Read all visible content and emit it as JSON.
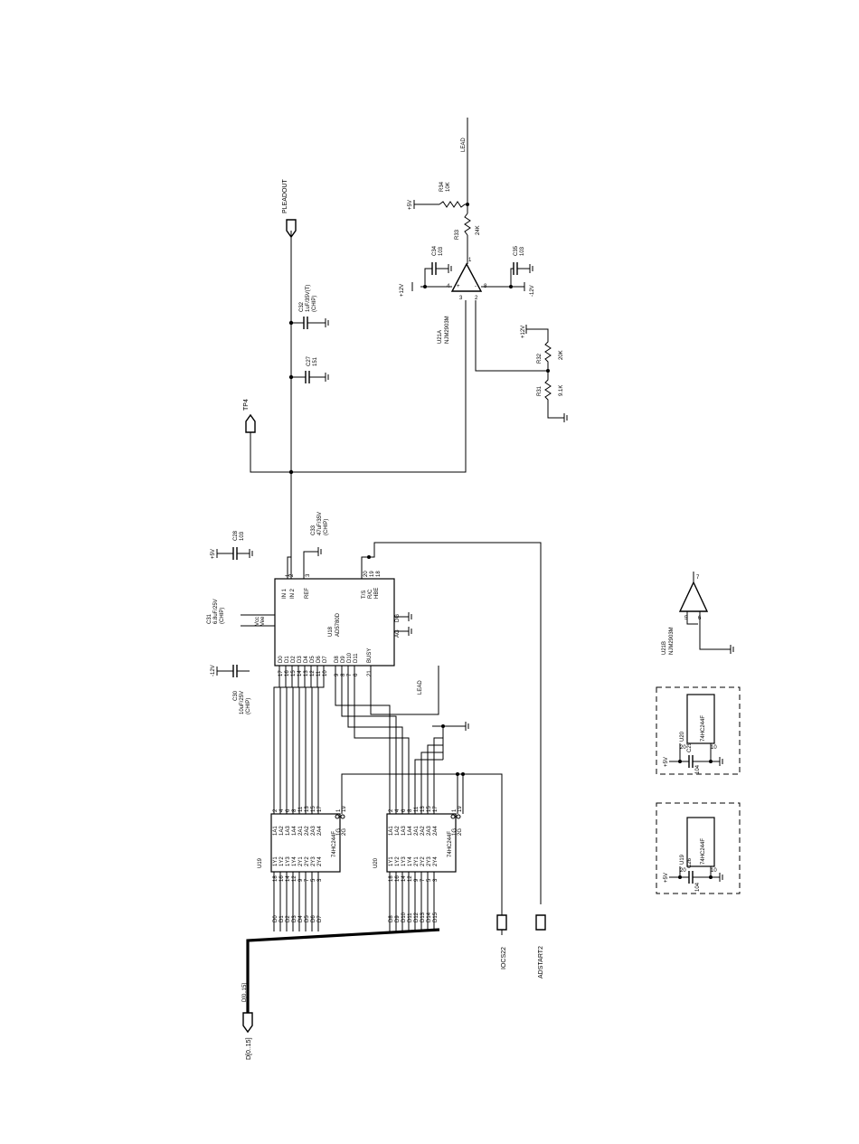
{
  "ports": {
    "pleadout": "PLEADOUT",
    "tp4": "TP4",
    "d": "D[0..15]",
    "iocs22": "IOCS22",
    "adstart2": "ADSTART2"
  },
  "nets": {
    "d_bus": "D[0..15]",
    "lead_a": "LEAD",
    "lead_b": "LEAD"
  },
  "power": {
    "p5v": "+5V",
    "p12v": "+12V",
    "m12v": "-12V",
    "n12v": "-12V",
    "ref12v": "+12V",
    "u19_5v": "+5V",
    "u20_5v": "+5V"
  },
  "adc": {
    "ref": "U18",
    "name": "AD5780D",
    "pins_top": [
      "IN 1",
      "IN 2",
      "REF",
      "T/S",
      "R/C",
      "HBE"
    ],
    "pins_top_num": [
      "1",
      "2",
      "3",
      "20",
      "19",
      "18"
    ],
    "pins_mid": [
      "Vcc",
      "Vee"
    ],
    "pins_right": [
      "DG",
      "AG"
    ],
    "pins_bottom": [
      "D0",
      "D1",
      "D2",
      "D3",
      "D4",
      "D5",
      "D6",
      "D7",
      "D8",
      "D9",
      "D10",
      "D11",
      "BUSY"
    ],
    "pins_bottom_num": [
      "17",
      "16",
      "15",
      "14",
      "13",
      "12",
      "11",
      "10",
      "9",
      "8",
      "7",
      "6",
      "21"
    ]
  },
  "buffers": [
    {
      "ref": "U19",
      "name": "74HC244F",
      "in_pins": [
        "1A1",
        "1A2",
        "1A3",
        "1A4",
        "2A1",
        "2A2",
        "2A3",
        "2A4"
      ],
      "in_nums": [
        "2",
        "4",
        "6",
        "8",
        "11",
        "13",
        "15",
        "17"
      ],
      "out_pins": [
        "1Y1",
        "1Y2",
        "1Y3",
        "1Y4",
        "2Y1",
        "2Y2",
        "2Y3",
        "2Y4"
      ],
      "out_nums": [
        "18",
        "16",
        "14",
        "12",
        "9",
        "7",
        "5",
        "3"
      ],
      "enables": [
        "1G",
        "2G"
      ],
      "enable_nums": [
        "1",
        "19"
      ],
      "nets": [
        "D0",
        "D1",
        "D2",
        "D3",
        "D4",
        "D5",
        "D6",
        "D7"
      ]
    },
    {
      "ref": "U20",
      "name": "74HC244F",
      "in_pins": [
        "1A1",
        "1A2",
        "1A3",
        "1A4",
        "2A1",
        "2A2",
        "2A3",
        "2A4"
      ],
      "in_nums": [
        "2",
        "4",
        "6",
        "8",
        "11",
        "13",
        "15",
        "17"
      ],
      "out_pins": [
        "1Y1",
        "1Y2",
        "1Y3",
        "1Y4",
        "2Y1",
        "2Y2",
        "2Y3",
        "2Y4"
      ],
      "out_nums": [
        "18",
        "16",
        "14",
        "12",
        "9",
        "7",
        "5",
        "3"
      ],
      "enables": [
        "1G",
        "2G"
      ],
      "enable_nums": [
        "1",
        "19"
      ],
      "nets": [
        "D8",
        "D9",
        "D10",
        "D11",
        "D12",
        "D13",
        "D14",
        "D15"
      ]
    }
  ],
  "opamp_a": {
    "ref": "U21A",
    "name": "NJM2903M",
    "pins": [
      "+",
      "-",
      "8",
      "4",
      "1",
      "2",
      "3"
    ]
  },
  "opamp_b": {
    "ref": "U21B",
    "name": "NJM2903M",
    "pins": [
      "7",
      "5",
      "6"
    ]
  },
  "caps": {
    "c30": {
      "ref": "C30",
      "value": "10uF/25V",
      "note": "(CHIP)"
    },
    "c31": {
      "ref": "C31",
      "value": "6.8uF/25V",
      "note": "(CHIP)"
    },
    "c28": {
      "ref": "C28",
      "value": "103"
    },
    "c33": {
      "ref": "C33",
      "value": "47uF/35V",
      "note": "(CHIP)"
    },
    "c27": {
      "ref": "C27",
      "value": "151"
    },
    "c32": {
      "ref": "C32",
      "value": "1uF/35V(T)",
      "note": "(CHIP)"
    },
    "c34": {
      "ref": "C34",
      "value": "103"
    },
    "c35": {
      "ref": "C35",
      "value": "103"
    },
    "c29": {
      "ref": "C29",
      "value": "104"
    },
    "c26": {
      "ref": "C26",
      "value": "104"
    }
  },
  "resistors": {
    "r34": {
      "ref": "R34",
      "value": "10K"
    },
    "r33": {
      "ref": "R33",
      "value": "24K"
    },
    "r32": {
      "ref": "R32",
      "value": "20K"
    },
    "r31": {
      "ref": "R31",
      "value": "9.1K"
    }
  },
  "decoupling": [
    {
      "ref": "U19",
      "chip": "74HC244F",
      "pin_a": "20",
      "pin_b": "10"
    },
    {
      "ref": "U20",
      "chip": "74HC244F",
      "pin_a": "20",
      "pin_b": "10"
    }
  ]
}
